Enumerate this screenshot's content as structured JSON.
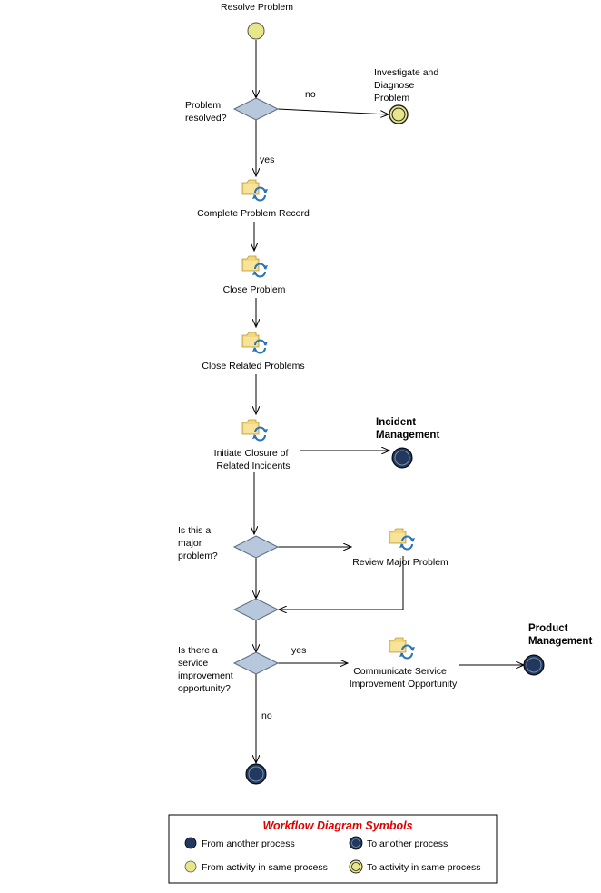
{
  "colors": {
    "start_yellow": "#e8e68a",
    "process_navy": "#22385e",
    "decision_fill": "#b8c8dc",
    "task_icon_yellow": "#f3d77a",
    "task_icon_blue": "#2a74b8",
    "legend_title_red": "#e00000"
  },
  "nodes": {
    "start": "Resolve Problem",
    "decision_resolved": [
      "Problem",
      "resolved?"
    ],
    "investigate": [
      "Investigate and",
      "Diagnose",
      "Problem"
    ],
    "task_complete_record": "Complete Problem Record",
    "task_close_problem": "Close Problem",
    "task_close_related": "Close Related Problems",
    "task_initiate_closure": [
      "Initiate Closure of",
      "Related Incidents"
    ],
    "incident_mgmt": [
      "Incident",
      "Management"
    ],
    "decision_major": [
      "Is this a",
      "major",
      "problem?"
    ],
    "task_review_major": "Review Major Problem",
    "decision_improvement": [
      "Is there a",
      "service",
      "improvement",
      "opportunity?"
    ],
    "task_communicate": [
      "Communicate Service",
      "Improvement Opportunity"
    ],
    "product_mgmt": [
      "Product",
      "Management"
    ]
  },
  "edge_labels": {
    "resolved_no": "no",
    "resolved_yes": "yes",
    "improvement_yes": "yes",
    "improvement_no": "no"
  },
  "legend": {
    "title": "Workflow Diagram Symbols",
    "from_another": "From another process",
    "to_another": "To another process",
    "from_same": "From activity in same process",
    "to_same": "To activity in same process"
  }
}
